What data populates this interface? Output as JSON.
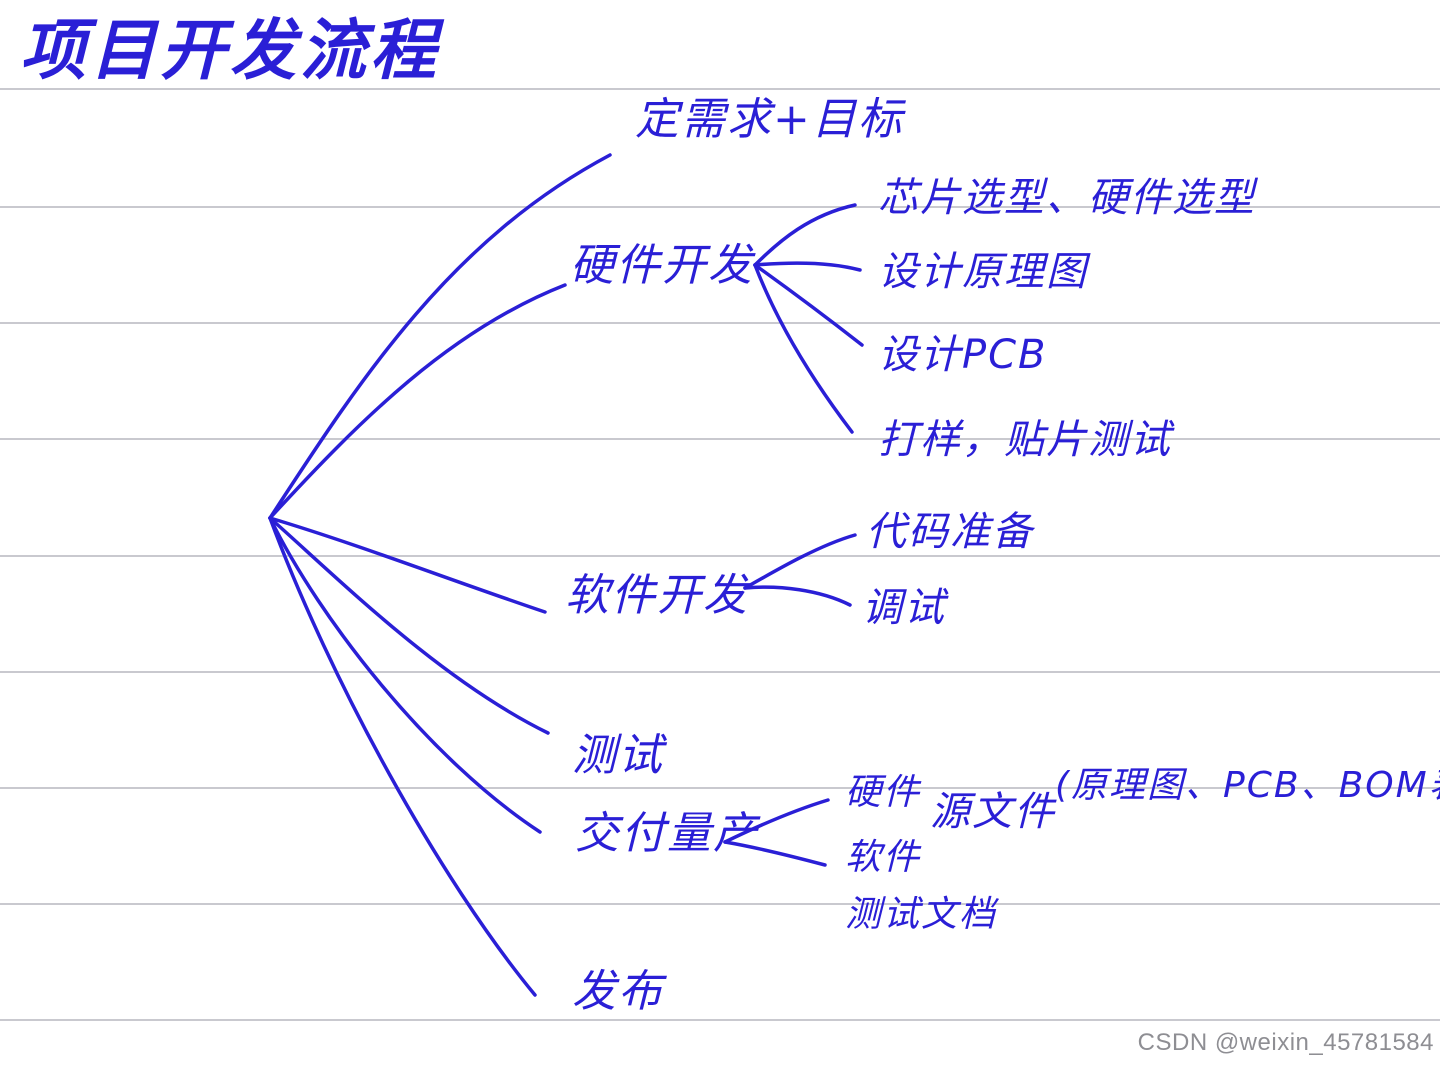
{
  "colors": {
    "ink": "#2a1fd6",
    "paper": "#ffffff",
    "ruled_line": "#c9c9cf",
    "watermark": "#8e8e93"
  },
  "title": "项目开发流程",
  "stages": {
    "requirements": "定需求+目标",
    "hardware": {
      "label": "硬件开发",
      "steps": {
        "chip_selection": "芯片选型、硬件选型",
        "schematic": "设计原理图",
        "pcb": "设计PCB",
        "proto": "打样，贴片测试"
      }
    },
    "software": {
      "label": "软件开发",
      "steps": {
        "code_prep": "代码准备",
        "debug": "调试"
      }
    },
    "testing": "测试",
    "delivery": {
      "label": "交付量产",
      "items": {
        "hardware": "硬件",
        "software": "软件",
        "test_docs": "测试文档"
      },
      "source_files": "源文件",
      "source_detail": "(原理图、PCB、BOM表"
    },
    "release": "发布"
  },
  "watermark": "CSDN @weixin_45781584"
}
